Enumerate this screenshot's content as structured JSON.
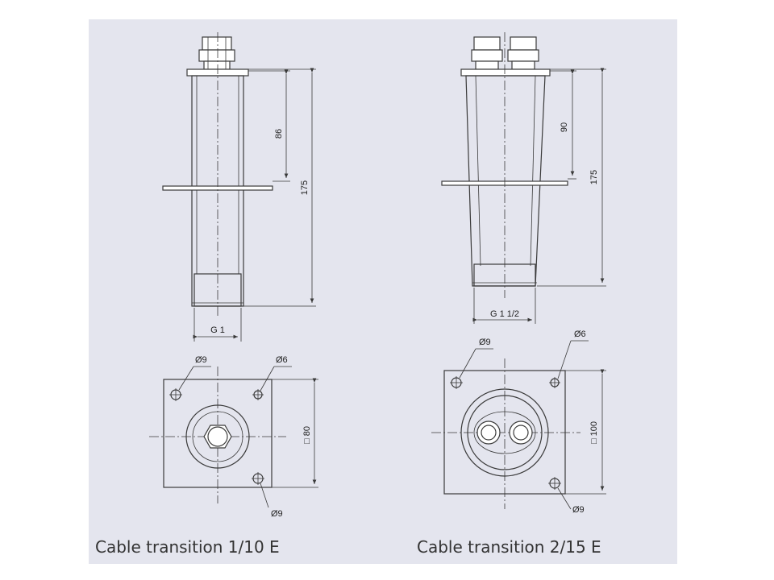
{
  "captions": {
    "left": "Cable transition 1/10 E",
    "right": "Cable transition 2/15 E"
  },
  "left_drawing": {
    "dim_upper": "86",
    "dim_total": "175",
    "thread": "G 1",
    "hole_large": "Ø9",
    "hole_small": "Ø6",
    "hole_large_2": "Ø9",
    "flange": "□ 80"
  },
  "right_drawing": {
    "dim_upper": "90",
    "dim_total": "175",
    "thread": "G 1 1/2",
    "hole_large": "Ø9",
    "hole_small": "Ø6",
    "hole_large_2": "Ø9",
    "flange": "□ 100"
  },
  "colors": {
    "panel": "#e4e5ee",
    "line": "#3a3a3a"
  }
}
